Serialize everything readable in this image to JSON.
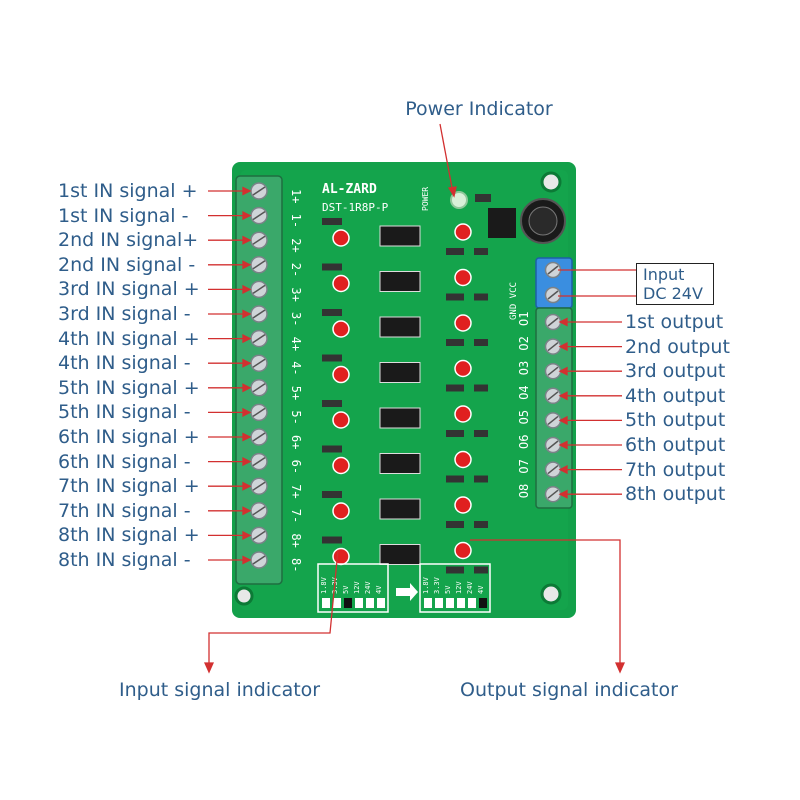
{
  "labels": {
    "power_indicator": "Power Indicator",
    "input_signal_indicator": "Input signal indicator",
    "output_signal_indicator": "Output signal indicator",
    "input_power_line1": "Input",
    "input_power_line2": "DC 24V"
  },
  "input_labels": [
    "1st IN signal +",
    "1st IN signal -",
    "2nd IN signal+",
    "2nd IN signal -",
    "3rd IN signal +",
    "3rd IN signal -",
    "4th IN signal +",
    "4th IN signal -",
    "5th IN signal +",
    "5th IN signal -",
    "6th IN signal +",
    "6th IN signal -",
    "7th IN signal +",
    "7th IN signal -",
    "8th IN signal +",
    "8th IN signal -"
  ],
  "output_labels": [
    "1st output",
    "2nd output",
    "3rd output",
    "4th output",
    "5th output",
    "6th output",
    "7th output",
    "8th output"
  ],
  "board": {
    "brand": "AL-ZARD",
    "model": "DST-1R8P-P",
    "power_silk": "POWER",
    "vcc_silk": "GND VCC",
    "input_pin_labels": [
      "1+",
      "1-",
      "2+",
      "2-",
      "3+",
      "3-",
      "4+",
      "4-",
      "5+",
      "5-",
      "6+",
      "6-",
      "7+",
      "7-",
      "8+",
      "8-"
    ],
    "output_pin_labels": [
      "O1",
      "O2",
      "O3",
      "O4",
      "O5",
      "O6",
      "O7",
      "O8"
    ],
    "voltage_options": [
      "1.8V",
      "3.3V",
      "5V",
      "12V",
      "24V",
      "4V"
    ]
  },
  "colors": {
    "pcb": "#13a04a",
    "terminal": "#3aa86a",
    "power_terminal": "#3a8ee0",
    "label_text": "#2f5d8a",
    "pointer_line": "#d23030",
    "led": "#e02020"
  }
}
